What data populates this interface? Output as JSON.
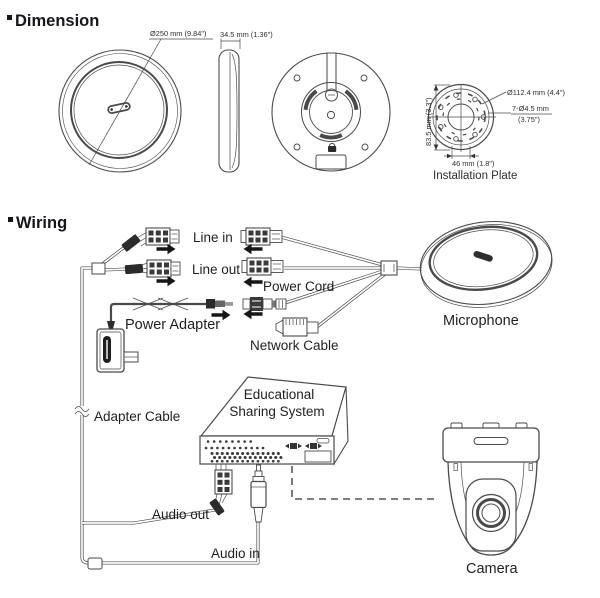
{
  "colors": {
    "background": "#ffffff",
    "line_ink": "#4a4a4a",
    "text_ink": "#1f1f1f",
    "heading_ink": "#15151a"
  },
  "headings": {
    "dimension": "Dimension",
    "wiring": "Wiring"
  },
  "dimension_view": {
    "top_view_diameter": "Ø250 mm (9.84\")",
    "side_view_thickness": "34.5 mm (1.36\")",
    "plate_outer_diameter": "Ø112.4 mm (4.4\")",
    "plate_holes_line1": "7-Ø4.5 mm",
    "plate_holes_line2": "(3.75\")",
    "plate_height": "83.5 mm (3.3\")",
    "plate_hole_spacing": "46 mm (1.8\")",
    "plate_caption": "Installation Plate"
  },
  "wiring_view": {
    "line_in": "Line in",
    "line_out": "Line out",
    "power_cord": "Power Cord",
    "power_adapter": "Power Adapter",
    "network_cable": "Network Cable",
    "microphone": "Microphone",
    "adapter_cable": "Adapter Cable",
    "sharing_system_line1": "Educational",
    "sharing_system_line2": "Sharing System",
    "audio_out": "Audio out",
    "audio_in": "Audio in",
    "camera": "Camera"
  }
}
